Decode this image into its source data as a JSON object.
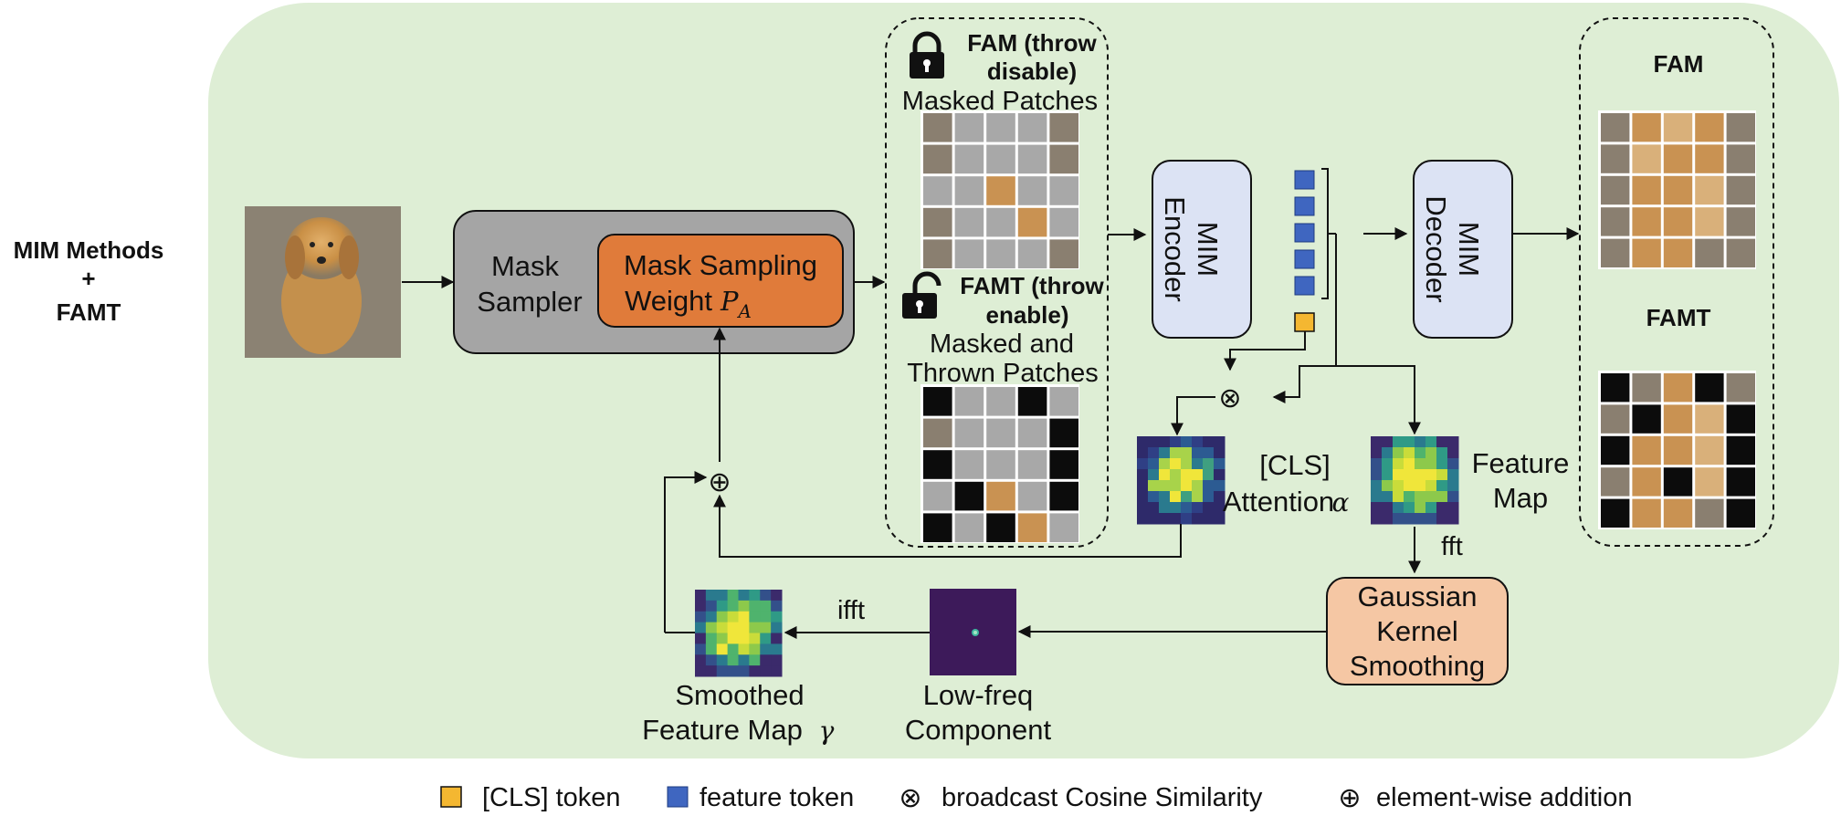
{
  "side_label": [
    "MIM Methods",
    "+",
    "FAMT"
  ],
  "mask_sampler": {
    "label": [
      "Mask",
      "Sampler"
    ],
    "weight_label": [
      "Mask Sampling",
      "Weight"
    ],
    "weight_symbol": "P",
    "weight_subscript": "A"
  },
  "fam_throw_disable": {
    "title": [
      "FAM (throw",
      "disable)"
    ],
    "subtitle": "Masked Patches"
  },
  "famt_throw_enable": {
    "title": [
      "FAMT (throw",
      "enable)"
    ],
    "subtitle": [
      "Masked and",
      "Thrown Patches"
    ]
  },
  "encoder": {
    "label": [
      "MIM",
      "Encoder"
    ]
  },
  "decoder": {
    "label": [
      "MIM",
      "Decoder"
    ]
  },
  "output_labels": {
    "fam": "FAM",
    "famt": "FAMT"
  },
  "cls_attention": {
    "label": [
      "[CLS]",
      "Attention"
    ],
    "symbol": "α"
  },
  "feature_map": {
    "label": [
      "Feature",
      "Map"
    ]
  },
  "fft_label": "fft",
  "ifft_label": "ifft",
  "gaussian": {
    "label": [
      "Gaussian",
      "Kernel",
      "Smoothing"
    ]
  },
  "low_freq": {
    "label": [
      "Low-freq",
      "Component"
    ]
  },
  "smoothed": {
    "label": [
      "Smoothed",
      "Feature Map"
    ],
    "symbol": "γ"
  },
  "ops": {
    "broadcast": "⊗",
    "add": "⊕"
  },
  "legend": {
    "cls_token": "[CLS] token",
    "feature_token": "feature token",
    "broadcast_symbol": "⊗",
    "broadcast": "broadcast  Cosine Similarity",
    "add_symbol": "⊕",
    "addition": "element-wise addition"
  },
  "colors": {
    "panel": "#deeed5",
    "sampler": "#a5a5a5",
    "weight": "#e07b3a",
    "block": "#dce3f4",
    "gaussian": "#f5c7a4",
    "cls_token": "#f4b731",
    "feature_token": "#3f66c0"
  }
}
